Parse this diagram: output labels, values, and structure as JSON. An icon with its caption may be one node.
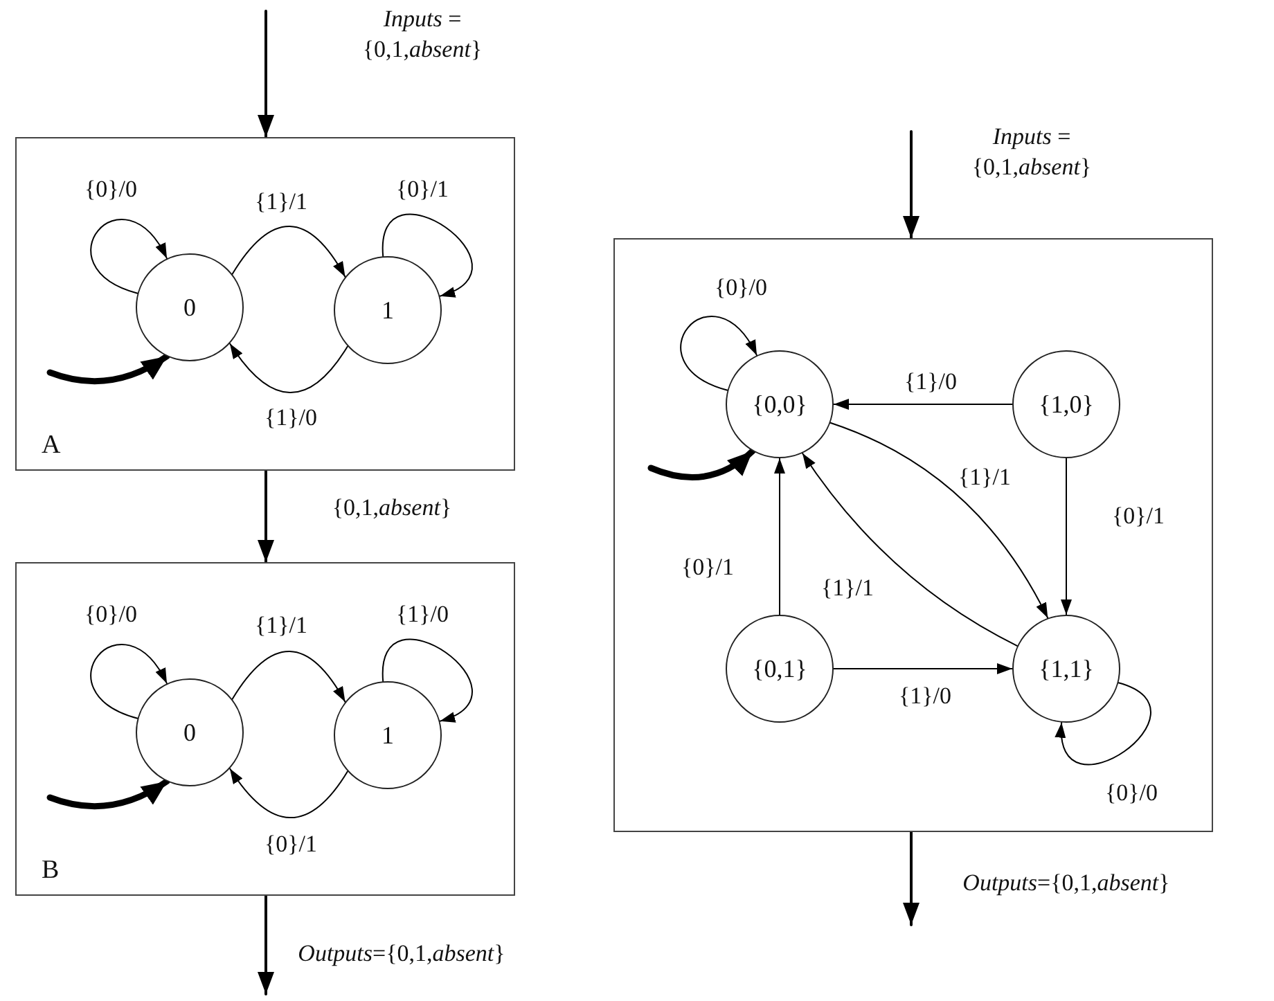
{
  "diagram": {
    "nodes": [
      {
        "text": [
          "A"
        ]
      },
      {
        "text": [
          "0"
        ],
        "in": 0
      },
      {
        "text": [
          "1"
        ],
        "in": 0
      },
      {
        "text": [
          "B"
        ]
      },
      {
        "text": [
          "0"
        ],
        "in": 3
      },
      {
        "text": [
          "1"
        ],
        "in": 3
      },
      {
        "text": [],
        "shape": "box"
      },
      {
        "text": [
          "{0,0}"
        ],
        "in": 6
      },
      {
        "text": [
          "{1,0}"
        ],
        "in": 6
      },
      {
        "text": [
          "{0,1}"
        ],
        "in": 6
      },
      {
        "text": [
          "{1,1}"
        ],
        "in": 6
      }
    ],
    "edges": [
      {
        "from": null,
        "to": 0,
        "arrow": "to",
        "label": "*Inputs* = {0,1,*absent*}"
      },
      {
        "from": 1,
        "to": 1,
        "arrow": "to",
        "label": "{0}/0"
      },
      {
        "from": 1,
        "to": 2,
        "arrow": "to",
        "label": "{1}/1"
      },
      {
        "from": 2,
        "to": 2,
        "arrow": "to",
        "label": "{0}/1"
      },
      {
        "from": 2,
        "to": 1,
        "arrow": "to",
        "label": "{1}/0"
      },
      {
        "from": null,
        "to": 1,
        "arrow": "to",
        "style": "thick"
      },
      {
        "from": 0,
        "to": 3,
        "arrow": "to",
        "label": "{0,1,*absent*}"
      },
      {
        "from": 4,
        "to": 4,
        "arrow": "to",
        "label": "{0}/0"
      },
      {
        "from": 4,
        "to": 5,
        "arrow": "to",
        "label": "{1}/1"
      },
      {
        "from": 5,
        "to": 5,
        "arrow": "to",
        "label": "{1}/0"
      },
      {
        "from": 5,
        "to": 4,
        "arrow": "to",
        "label": "{0}/1"
      },
      {
        "from": null,
        "to": 4,
        "arrow": "to",
        "style": "thick"
      },
      {
        "from": 3,
        "to": null,
        "arrow": "to",
        "label": "*Outputs*={0,1,*absent*}"
      },
      {
        "from": null,
        "to": 6,
        "arrow": "to",
        "label": "*Inputs* = {0,1,*absent*}"
      },
      {
        "from": 7,
        "to": 7,
        "arrow": "to",
        "label": "{0}/0"
      },
      {
        "from": 8,
        "to": 7,
        "arrow": "to",
        "label": "{1}/0"
      },
      {
        "from": 7,
        "to": 10,
        "arrow": "to",
        "label": "{1}/1"
      },
      {
        "from": 8,
        "to": 10,
        "arrow": "to",
        "label": "{0}/1"
      },
      {
        "from": 9,
        "to": 7,
        "arrow": "to",
        "label": "{0}/1"
      },
      {
        "from": 10,
        "to": 7,
        "arrow": "to",
        "label": "{1}/1"
      },
      {
        "from": 9,
        "to": 10,
        "arrow": "to",
        "label": "{1}/0"
      },
      {
        "from": 10,
        "to": 10,
        "arrow": "to",
        "label": "{0}/0"
      },
      {
        "from": null,
        "to": 7,
        "arrow": "to",
        "style": "thick"
      },
      {
        "from": 6,
        "to": null,
        "arrow": "to",
        "label": "*Outputs*={0,1,*absent*}"
      }
    ]
  }
}
